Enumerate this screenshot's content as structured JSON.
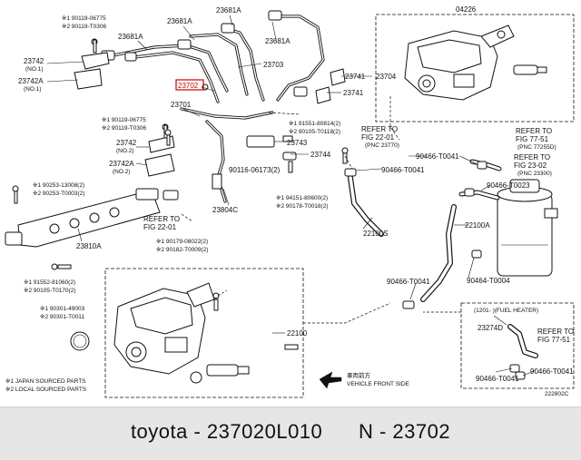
{
  "labels": {
    "l23681a_1": "23681A",
    "l23681a_2": "23681A",
    "l23681a_3": "23681A",
    "l23681a_4": "23681A",
    "l04226": "04226",
    "l23703": "23703",
    "l23704": "23704",
    "l23741_1": "23741",
    "l23741_2": "23741",
    "l23702": "23702",
    "l23701": "23701",
    "l23743": "23743",
    "l23744": "23744",
    "l23742": "23742",
    "l23742_no1": "(NO.1)",
    "l23742a": "23742A",
    "l23742a_no1": "(NO.1)",
    "l23742_2": "23742",
    "l23742_no2": "(NO.2)",
    "l23742a_2": "23742A",
    "l23742a_no2": "(NO.2)",
    "l23804c": "23804C",
    "l23810a": "23810A",
    "l22100": "22100",
    "l22100s": "22100S",
    "l22100a": "22100A",
    "l23274d": "23274D",
    "ref_a1": "REFER TO",
    "ref_a2": "FIG 22-01",
    "ref_a3": "(PNC 23770)",
    "ref_b1": "REFER TO",
    "ref_b2": "FIG 77-51",
    "ref_b3": "(PNC 77255D)",
    "ref_c1": "REFER TO",
    "ref_c2": "FIG 23-02",
    "ref_c3": "(PNC 23300)",
    "ref_d1": "REFER TO",
    "ref_d2": "FIG 22-01",
    "ref_e1": "REFER TO",
    "ref_e2": "FIG 77-51",
    "p90466_t0041a": "90466-T0041",
    "p90466_t0041b": "90466-T0041",
    "p90466_t0041c": "90466-T0041",
    "p90466_t0041d": "90466-T0041",
    "p90466_t0023": "90466-T0023",
    "p90466_t0041e": "90466-T0041",
    "p90464_t0004": "90464-T0004",
    "p90116": "90116-06173(2)",
    "b1_1": "※1 90119-06775",
    "b1_2": "※2 90119-T0306",
    "b2_1": "※1 90119-06775",
    "b2_2": "※2 90119-T0306",
    "b3_1": "※1 91551-80814(2)",
    "b3_2": "※2 90105-T0118(2)",
    "b4_1": "※1 94151-80600(2)",
    "b4_2": "※2 90178-T0018(2)",
    "b5_1": "※1 90253-13008(2)",
    "b5_2": "※2 90253-T0003(2)",
    "b6_1": "※1 90179-08022(2)",
    "b6_2": "※2 90182-T0009(2)",
    "b7_1": "※1 91552-81060(2)",
    "b7_2": "※2 90105-T0170(2)",
    "b8_1": "※1 90301-49003",
    "b8_2": "※2 90301-T0011",
    "heater_box": "(1201-      )(FUEL HEATER)",
    "front_1": "車両前方",
    "front_2": "VEHICLE FRONT SIDE",
    "notes_1": "※1 JAPAN SOURCED PARTS",
    "notes_2": "※2 LOCAL SOURCED PARTS",
    "diagram_code": "222802C"
  },
  "footer": {
    "text": "toyota - 237020L010      N - 23702"
  },
  "colors": {
    "highlight": "#d40000",
    "ink": "#111111",
    "footer_bg": "#e6e6e6"
  }
}
